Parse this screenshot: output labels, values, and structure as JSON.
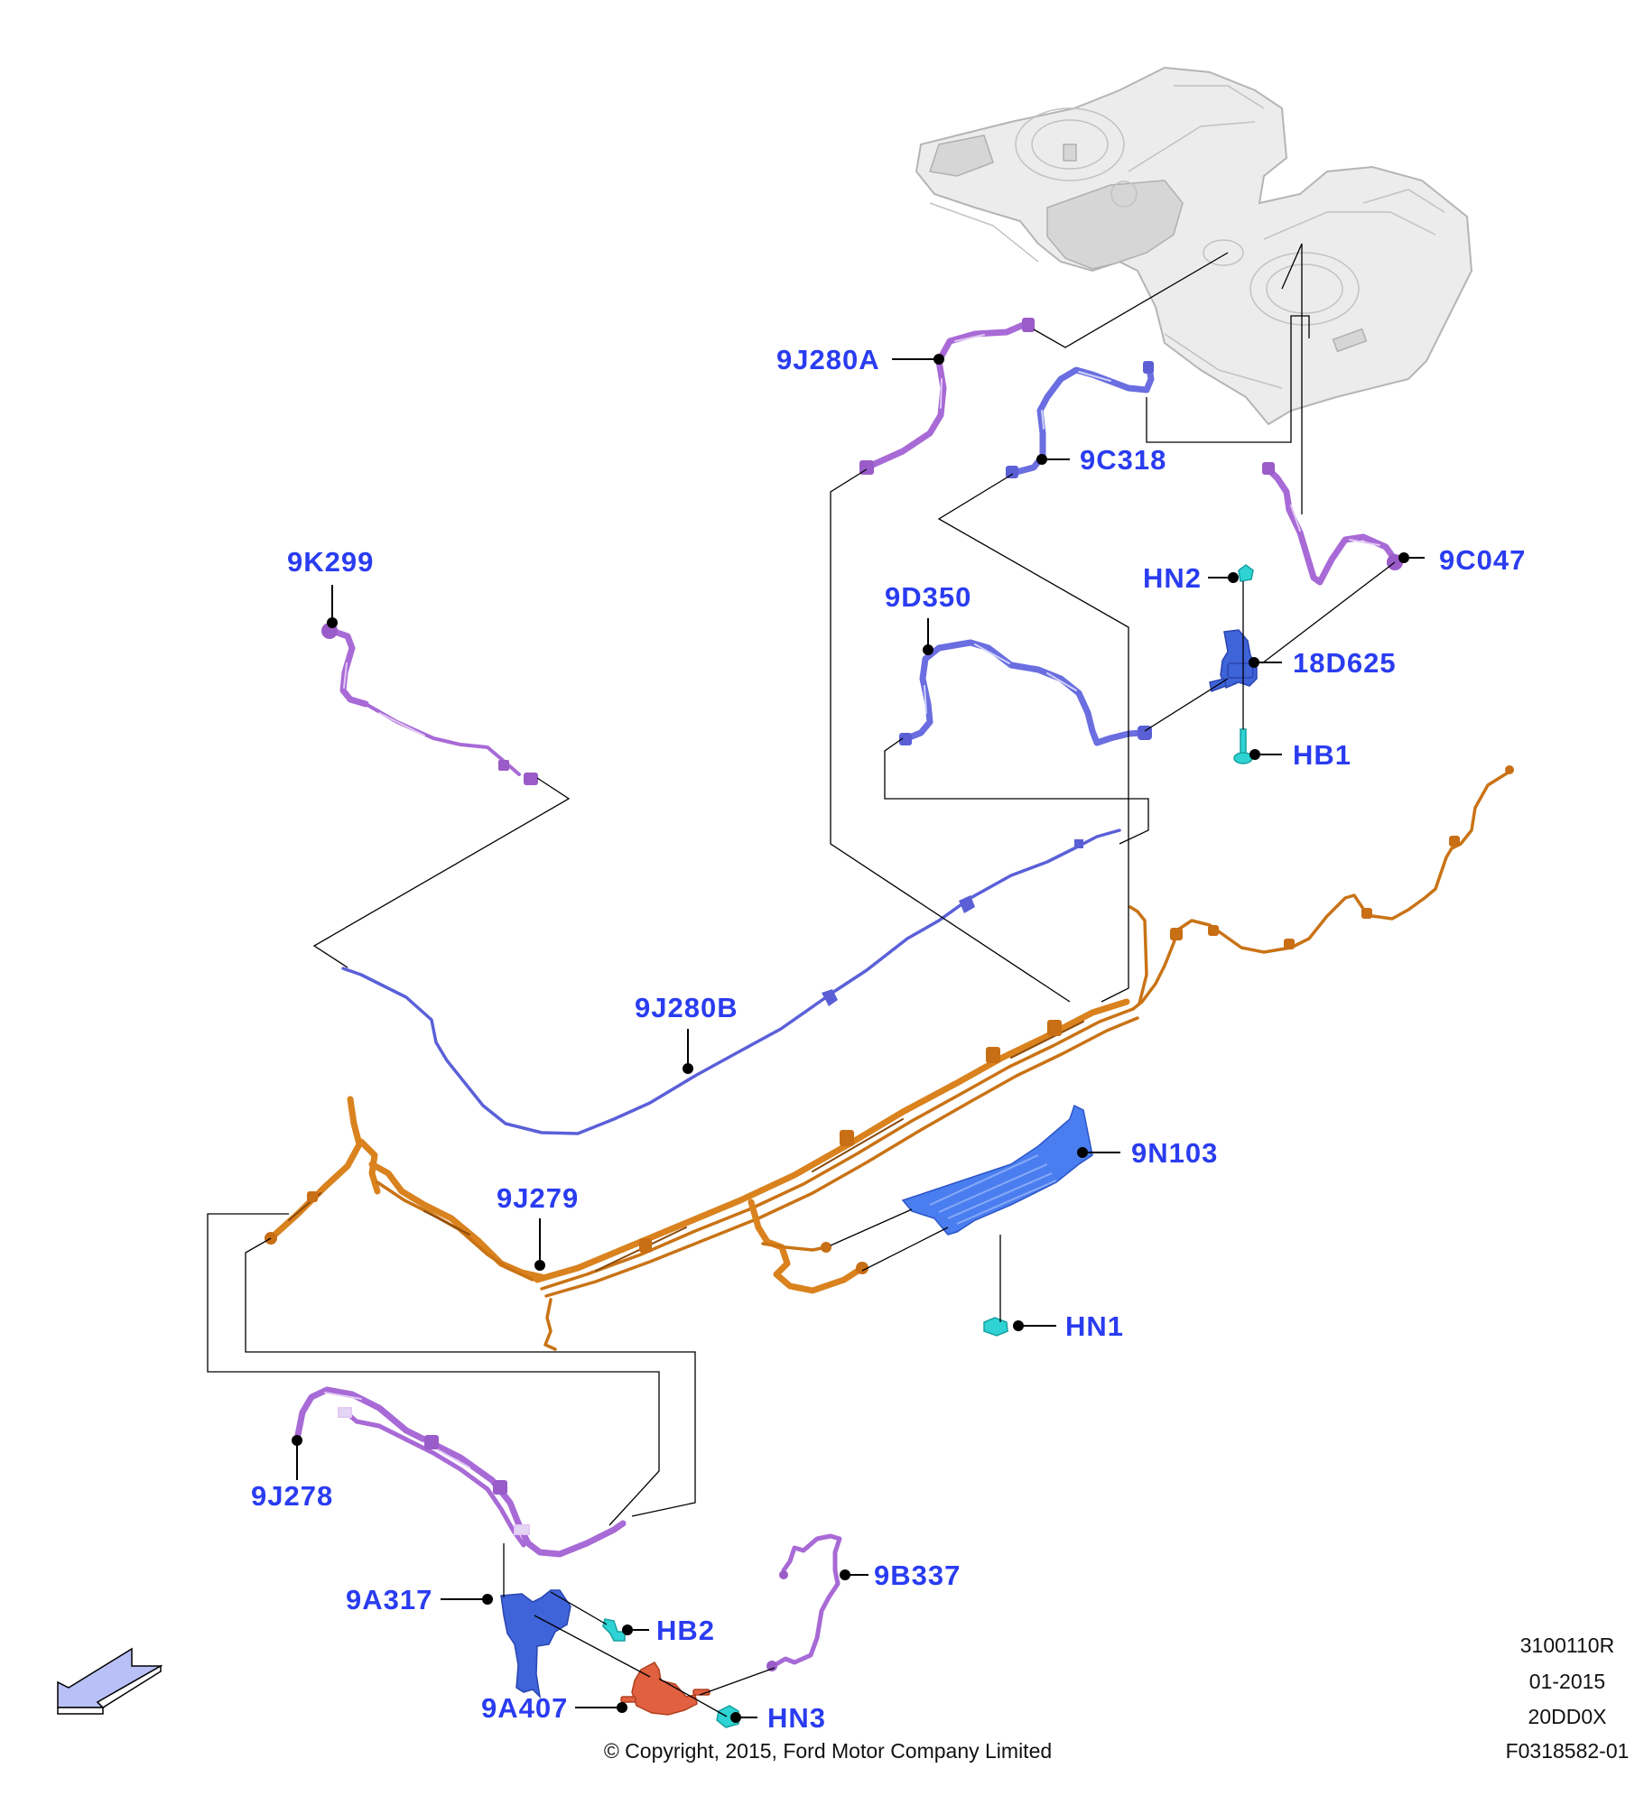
{
  "diagram": {
    "title": "Fuel tank and fuel/vapor lines exploded view",
    "callouts": {
      "p_9J280A": "9J280A",
      "p_9C318": "9C318",
      "p_9K299": "9K299",
      "p_9C047": "9C047",
      "p_HN2": "HN2",
      "p_9D350": "9D350",
      "p_18D625": "18D625",
      "p_HB1": "HB1",
      "p_9J280B": "9J280B",
      "p_9N103": "9N103",
      "p_9J279": "9J279",
      "p_HN1": "HN1",
      "p_9J278": "9J278",
      "p_9B337": "9B337",
      "p_9A317": "9A317",
      "p_HB2": "HB2",
      "p_9A407": "9A407",
      "p_HN3": "HN3"
    },
    "meta": {
      "line1": "3100110R",
      "line2": "01-2015",
      "line3": "20DD0X",
      "line4": "F0318582-01"
    },
    "copyright": "© Copyright, 2015, Ford Motor Company Limited",
    "orientation_arrow": "front-direction-arrow",
    "colors": {
      "callout_text": "#2a3cf0",
      "purple_lines": "#a86ad6",
      "blue_lines": "#6a6ee0",
      "orange_lines": "#d9821e",
      "fasteners": "#2fd3d3",
      "brackets": "#3f63d8",
      "valve": "#e06040",
      "tank": "#ececec"
    }
  }
}
